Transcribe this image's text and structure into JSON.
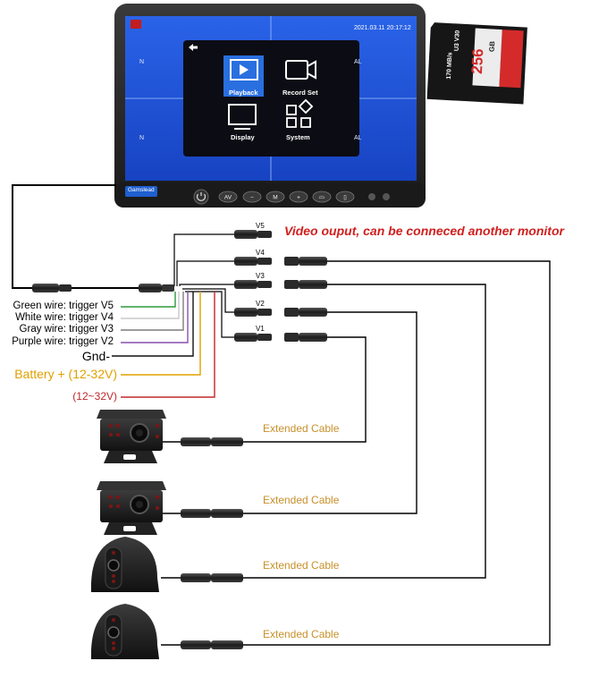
{
  "monitor": {
    "datetime": "2021.03.11 20:17:12",
    "menu": {
      "back_icon": "back-arrow-icon",
      "items": [
        {
          "label": "Playback",
          "icon": "playback-icon"
        },
        {
          "label": "Record Set",
          "icon": "video-camera-icon"
        },
        {
          "label": "Display",
          "icon": "display-icon"
        },
        {
          "label": "System",
          "icon": "system-icon"
        }
      ]
    },
    "side_labels": [
      "N",
      "AL",
      "N",
      "AL"
    ],
    "brand": "Gamslead",
    "buttons": [
      {
        "label": "AV"
      },
      {
        "label": "−"
      },
      {
        "label": "M"
      },
      {
        "label": "+"
      },
      {
        "label": "▭"
      },
      {
        "label": "▯"
      }
    ]
  },
  "sd_card": {
    "capacity": "256",
    "unit": "GB",
    "speed": "170 MB/s",
    "class_marks": "U3 V30"
  },
  "headline": "Video ouput, can be conneced another monitor",
  "channels": [
    "V5",
    "V4",
    "V3",
    "V2",
    "V1"
  ],
  "wires": [
    {
      "label": "Green wire: trigger V5",
      "color": "#2e9a3c"
    },
    {
      "label": "White wire: trigger V4",
      "color": "#c8c8c8"
    },
    {
      "label": "Gray wire: trigger V3",
      "color": "#7d7d7d"
    },
    {
      "label": "Purple wire: trigger V2",
      "color": "#8a4fb0"
    },
    {
      "label": "Gnd-",
      "color": "#111111"
    },
    {
      "label": "Battery + (12-32V)",
      "color": "#e0a000"
    },
    {
      "label": "(12~32V)",
      "color": "#c0282b"
    }
  ],
  "cables": [
    {
      "label": "Extended Cable"
    },
    {
      "label": "Extended Cable"
    },
    {
      "label": "Extended Cable"
    },
    {
      "label": "Extended Cable"
    }
  ],
  "colors": {
    "screen_blue": "#1e4fd8",
    "housing": "#2a2a2a",
    "headline_red": "#d0201f",
    "cable_label": "#c8902a",
    "battery_label": "#e0a000",
    "acc_label": "#c0282b"
  }
}
